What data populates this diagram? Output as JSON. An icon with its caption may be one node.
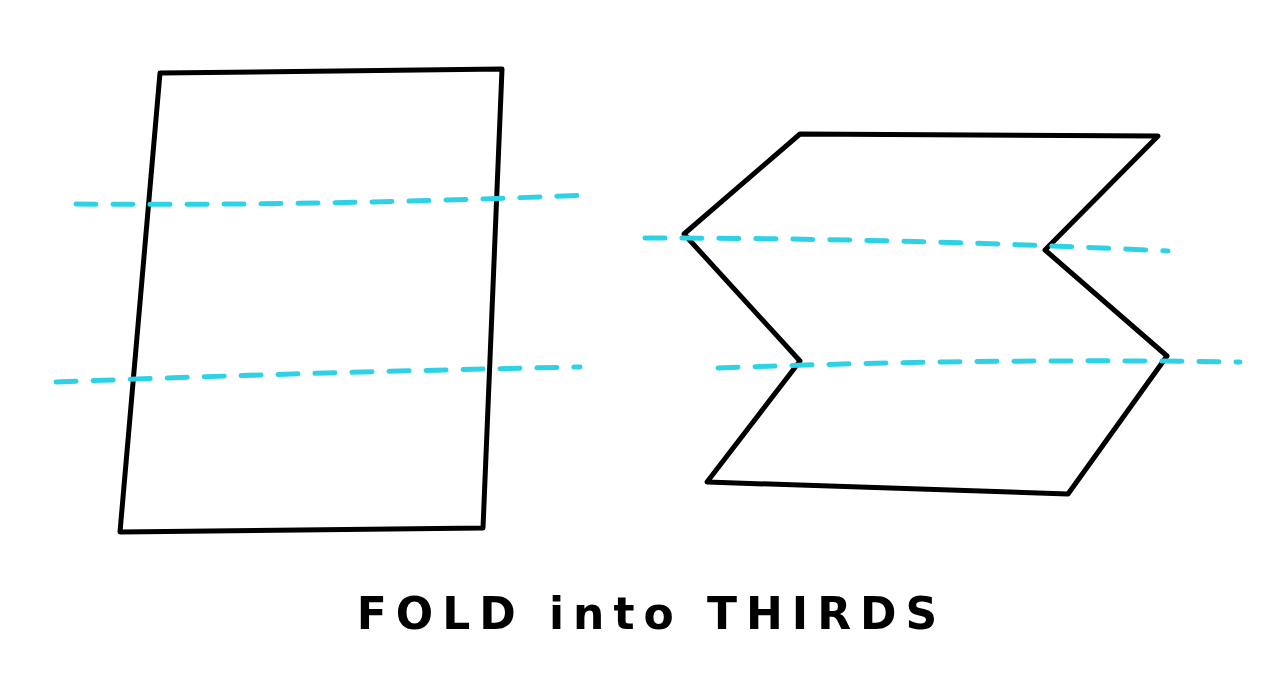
{
  "diagram": {
    "caption": "FOLD into THIRDS",
    "nodes": [
      {
        "text": [],
        "shape": "box"
      },
      {
        "text": [],
        "shape": "picture"
      }
    ]
  }
}
